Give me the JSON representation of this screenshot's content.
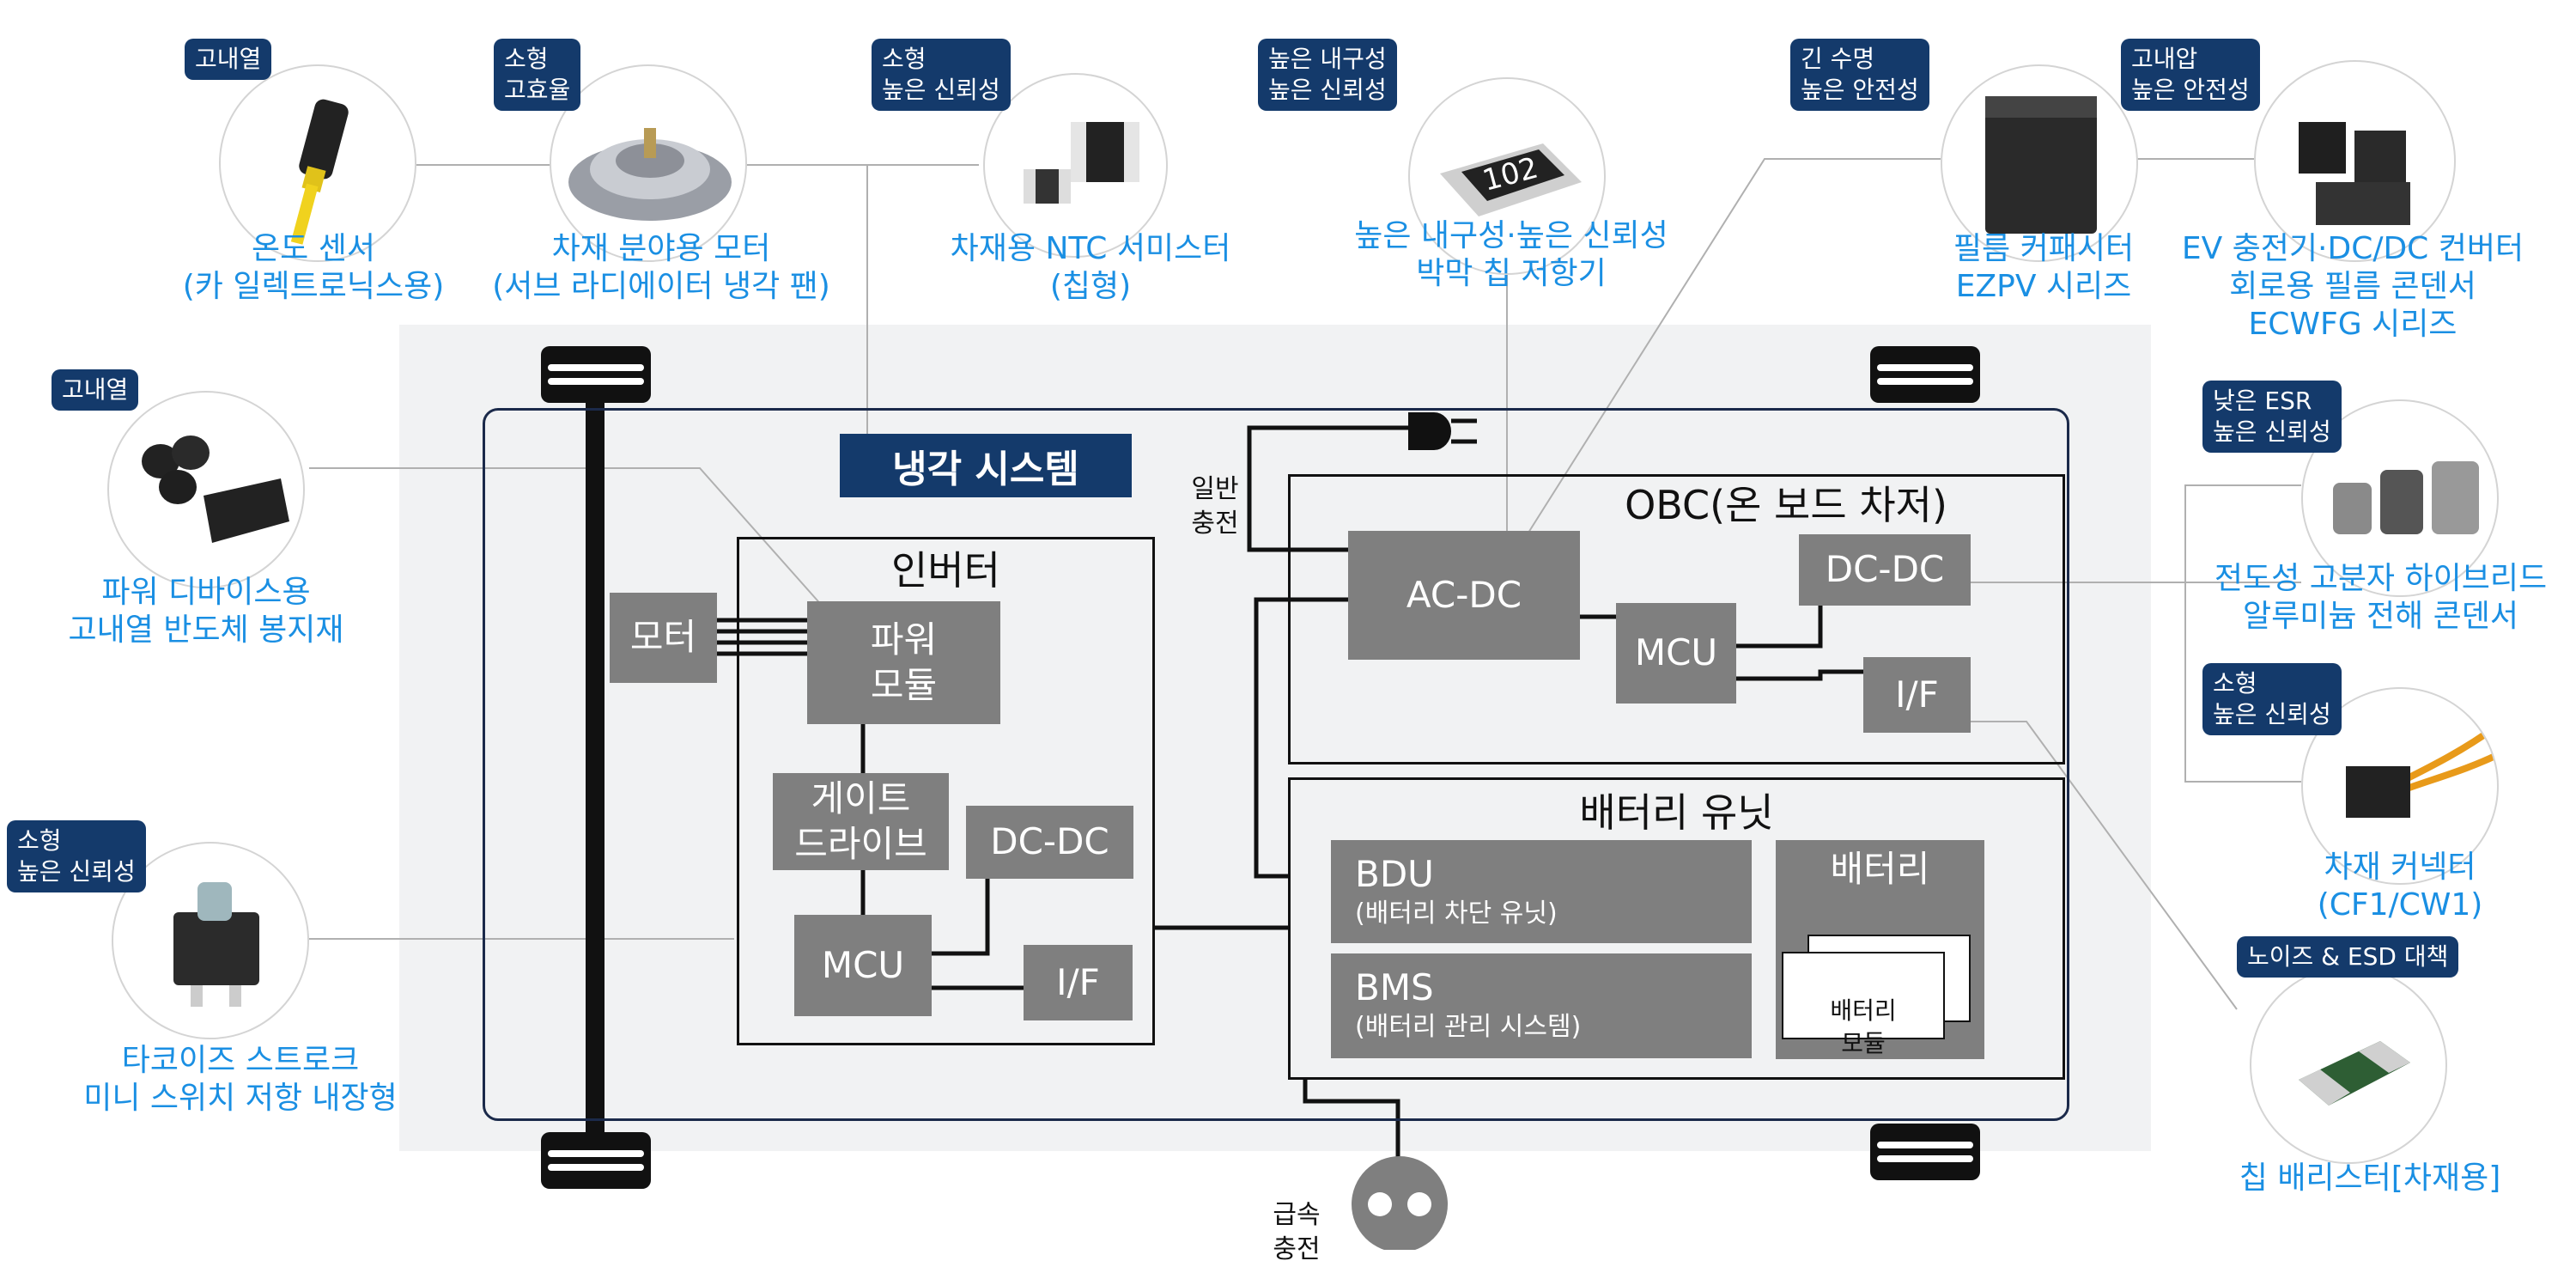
{
  "system": {
    "cooling": "냉각 시스템",
    "inverter": "인버터",
    "motor": "모터",
    "power_module": "파워\n모듈",
    "gate_driver": "게이트\n드라이브",
    "inv_dcdc": "DC-DC",
    "inv_mcu": "MCU",
    "inv_if": "I/F",
    "obc_title": "OBC(온 보드 차저)",
    "acdc": "AC-DC",
    "obc_dcdc": "DC-DC",
    "obc_mcu": "MCU",
    "obc_if": "I/F",
    "battery_unit": "배터리 유닛",
    "bdu": "BDU",
    "bdu_sub": "(배터리 차단 유닛)",
    "bms": "BMS",
    "bms_sub": "(배터리 관리 시스템)",
    "battery": "배터리",
    "battery_module": "배터리\n모듈",
    "normal_charge": "일반\n충전",
    "fast_charge": "급속\n충전"
  },
  "products": [
    {
      "badge": "고내열",
      "caption": "온도 센서\n(카 일렉트로닉스용)"
    },
    {
      "badge": "소형\n고효율",
      "caption": "차재 분야용 모터\n(서브 라디에이터 냉각 팬)"
    },
    {
      "badge": "소형\n높은 신뢰성",
      "caption": "차재용 NTC 서미스터\n(칩형)"
    },
    {
      "badge": "높은 내구성\n높은 신뢰성",
      "caption": "높은 내구성·높은 신뢰성\n박막 칩 저항기",
      "chip_text": "102"
    },
    {
      "badge": "긴 수명\n높은 안전성",
      "caption": "필름 커패시터\nEZPV 시리즈"
    },
    {
      "badge": "고내압\n높은 안전성",
      "caption": "EV 충전기·DC/DC 컨버터\n회로용 필름 콘덴서\nECWFG 시리즈"
    },
    {
      "badge": "고내열",
      "caption": "파워 디바이스용\n고내열 반도체 봉지재"
    },
    {
      "badge": "낮은 ESR\n높은 신뢰성",
      "caption": "전도성 고분자 하이브리드\n알루미늄 전해 콘덴서"
    },
    {
      "badge": "소형\n높은 신뢰성",
      "caption": "차재 커넥터\n(CF1/CW1)"
    },
    {
      "badge": "소형\n높은 신뢰성",
      "caption": "타코이즈 스트로크\n미니 스위치 저항 내장형"
    },
    {
      "badge": "노이즈 & ESD 대책",
      "caption": "칩 배리스터[차재용]"
    }
  ],
  "colors": {
    "navy": "#143a6b",
    "block_gray": "#7f7f7f",
    "caption_blue": "#1a8fe3",
    "panel": "#f1f2f3"
  }
}
